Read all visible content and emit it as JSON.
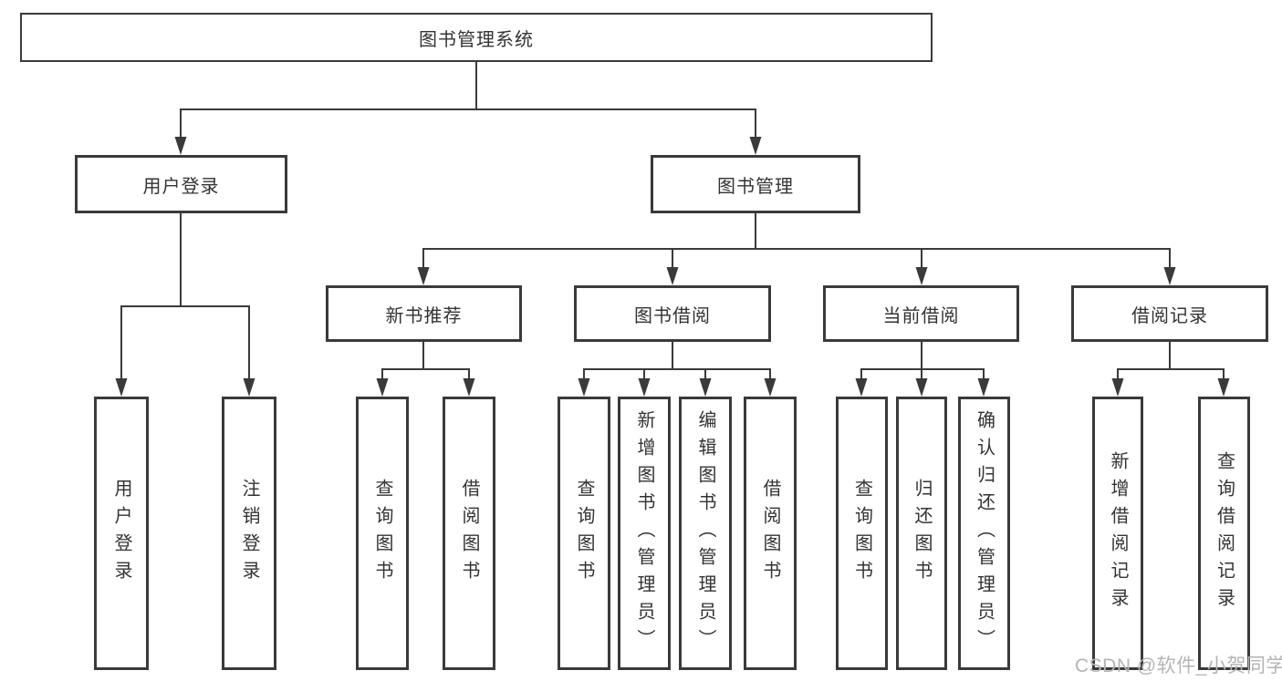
{
  "diagram": {
    "type": "hierarchy-tree",
    "title": "图书管理系统",
    "colors": {
      "line": "#3a3a3a",
      "box_border": "#3a3a3a",
      "text": "#333333",
      "background": "#ffffff",
      "watermark": "#b4b4b4"
    },
    "nodes": {
      "root": {
        "label": "图书管理系统"
      },
      "user_login": {
        "label": "用户登录"
      },
      "book_mgmt": {
        "label": "图书管理"
      },
      "new_book_rec": {
        "label": "新书推荐"
      },
      "book_borrow": {
        "label": "图书借阅"
      },
      "current_borrow": {
        "label": "当前借阅"
      },
      "borrow_records": {
        "label": "借阅记录"
      },
      "leaf_user_login": {
        "label": "用户登录"
      },
      "leaf_logout": {
        "label": "注销登录"
      },
      "leaf_query_book_1": {
        "label": "查询图书"
      },
      "leaf_borrow_book_1": {
        "label": "借阅图书"
      },
      "leaf_query_book_2": {
        "label": "查询图书"
      },
      "leaf_add_book": {
        "label": "新增图书（管理员）"
      },
      "leaf_edit_book": {
        "label": "编辑图书（管理员）"
      },
      "leaf_borrow_book_2": {
        "label": "借阅图书"
      },
      "leaf_query_book_3": {
        "label": "查询图书"
      },
      "leaf_return_book": {
        "label": "归还图书"
      },
      "leaf_confirm_return": {
        "label": "确认归还（管理员）"
      },
      "leaf_add_record": {
        "label": "新增借阅记录"
      },
      "leaf_query_record": {
        "label": "查询借阅记录"
      }
    },
    "edges": [
      "图书管理系统 -> 用户登录",
      "图书管理系统 -> 图书管理",
      "用户登录 -> 用户登录(叶)",
      "用户登录 -> 注销登录",
      "图书管理 -> 新书推荐",
      "图书管理 -> 图书借阅",
      "图书管理 -> 当前借阅",
      "图书管理 -> 借阅记录",
      "新书推荐 -> 查询图书",
      "新书推荐 -> 借阅图书",
      "图书借阅 -> 查询图书",
      "图书借阅 -> 新增图书（管理员）",
      "图书借阅 -> 编辑图书（管理员）",
      "图书借阅 -> 借阅图书",
      "当前借阅 -> 查询图书",
      "当前借阅 -> 归还图书",
      "当前借阅 -> 确认归还（管理员）",
      "借阅记录 -> 新增借阅记录",
      "借阅记录 -> 查询借阅记录"
    ]
  },
  "watermark": {
    "text": "CSDN @软件_小贺同学",
    "color": "#b4b4b4"
  }
}
